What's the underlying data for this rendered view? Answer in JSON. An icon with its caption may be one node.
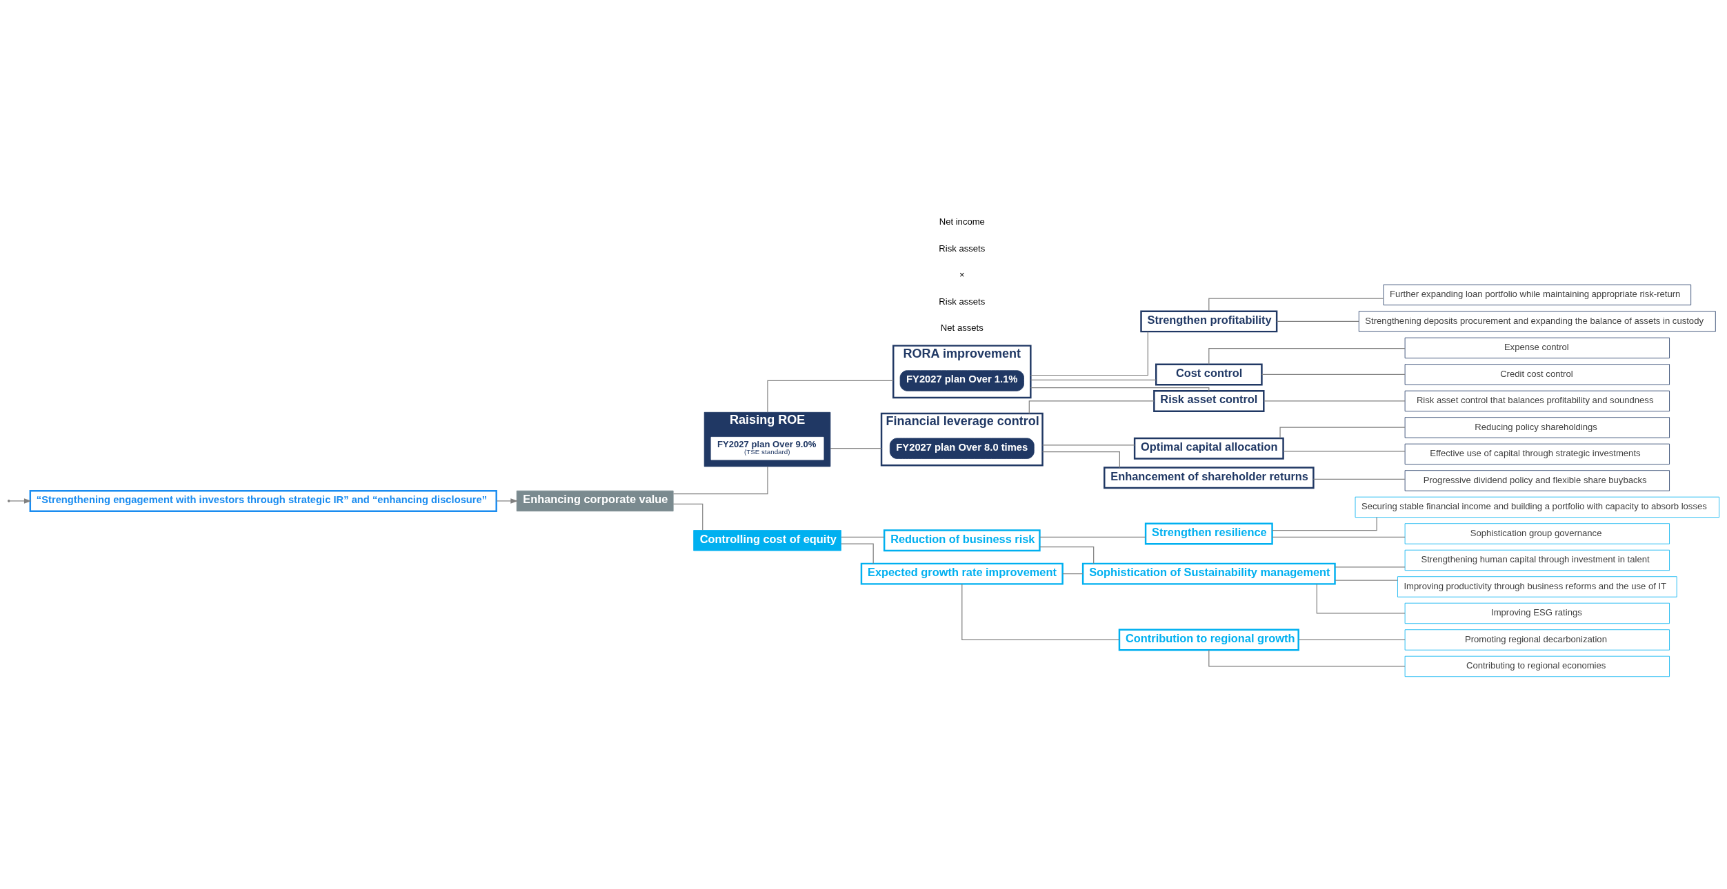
{
  "diagram": {
    "nodes": [
      {
        "text": [
          "“Strengthening engagement with investors through strategic IR” and “enhancing disclosure”"
        ]
      },
      {
        "text": [
          "Enhancing corporate value"
        ]
      },
      {
        "text": [
          "Raising ROE"
        ]
      },
      {
        "text": [
          "FY2027 plan Over 9.0%",
          "(TSE standard)"
        ],
        "in": 2
      },
      {
        "text": [
          "RORA improvement"
        ]
      },
      {
        "text": [
          "FY2027 plan Over 1.1%"
        ],
        "in": 4
      },
      {
        "text": [
          "Financial leverage control"
        ]
      },
      {
        "text": [
          "FY2027 plan Over 8.0 times"
        ],
        "in": 6
      },
      {
        "text": [
          "Strengthen profitability"
        ]
      },
      {
        "text": [
          "Further expanding loan portfolio while maintaining appropriate risk-return"
        ]
      },
      {
        "text": [
          "Strengthening deposits procurement and expanding the balance of assets in custody"
        ]
      },
      {
        "text": [
          "Cost control"
        ]
      },
      {
        "text": [
          "Expense control"
        ]
      },
      {
        "text": [
          "Credit cost control"
        ]
      },
      {
        "text": [
          "Risk asset control"
        ]
      },
      {
        "text": [
          "Risk asset control that balances profitability and soundness"
        ]
      },
      {
        "text": [
          "Optimal capital allocation"
        ]
      },
      {
        "text": [
          "Reducing policy shareholdings"
        ]
      },
      {
        "text": [
          "Effective use of capital through strategic investments"
        ]
      },
      {
        "text": [
          "Enhancement of shareholder returns"
        ]
      },
      {
        "text": [
          "Progressive dividend policy and flexible share buybacks"
        ]
      },
      {
        "text": [
          "Controlling cost of equity"
        ]
      },
      {
        "text": [
          "Reduction of business risk"
        ]
      },
      {
        "text": [
          "Expected growth rate improvement"
        ]
      },
      {
        "text": [
          "Strengthen resilience"
        ]
      },
      {
        "text": [
          "Securing stable financial income and building a portfolio with capacity to absorb losses"
        ]
      },
      {
        "text": [
          "Sophistication group governance"
        ]
      },
      {
        "text": [
          "Sophistication of Sustainability management"
        ]
      },
      {
        "text": [
          "Strengthening human capital through investment in talent"
        ]
      },
      {
        "text": [
          "Improving productivity through business reforms and the use of IT"
        ]
      },
      {
        "text": [
          "Improving ESG ratings"
        ]
      },
      {
        "text": [
          "Contribution to regional growth"
        ]
      },
      {
        "text": [
          "Promoting regional decarbonization"
        ]
      },
      {
        "text": [
          "Contributing to regional economies"
        ]
      }
    ],
    "edges": [
      {
        "from": null,
        "to": 0,
        "arrow": "to"
      },
      {
        "from": 0,
        "to": 1,
        "arrow": "to"
      },
      {
        "from": 1,
        "to": 2,
        "arrow": "none"
      },
      {
        "from": 1,
        "to": 21,
        "arrow": "none"
      },
      {
        "from": 2,
        "to": 4,
        "arrow": "none"
      },
      {
        "from": 2,
        "to": 6,
        "arrow": "none"
      },
      {
        "from": 4,
        "to": 8,
        "arrow": "none"
      },
      {
        "from": 4,
        "to": 11,
        "arrow": "none"
      },
      {
        "from": 4,
        "to": 14,
        "arrow": "none"
      },
      {
        "from": 6,
        "to": 14,
        "arrow": "none"
      },
      {
        "from": 6,
        "to": 16,
        "arrow": "none"
      },
      {
        "from": 6,
        "to": 19,
        "arrow": "none"
      },
      {
        "from": 8,
        "to": 9,
        "arrow": "none"
      },
      {
        "from": 8,
        "to": 10,
        "arrow": "none"
      },
      {
        "from": 11,
        "to": 12,
        "arrow": "none"
      },
      {
        "from": 11,
        "to": 13,
        "arrow": "none"
      },
      {
        "from": 14,
        "to": 15,
        "arrow": "none"
      },
      {
        "from": 16,
        "to": 17,
        "arrow": "none"
      },
      {
        "from": 16,
        "to": 18,
        "arrow": "none"
      },
      {
        "from": 19,
        "to": 20,
        "arrow": "none"
      },
      {
        "from": 21,
        "to": 22,
        "arrow": "none"
      },
      {
        "from": 21,
        "to": 23,
        "arrow": "none"
      },
      {
        "from": 22,
        "to": 24,
        "arrow": "none"
      },
      {
        "from": 22,
        "to": 27,
        "arrow": "none"
      },
      {
        "from": 23,
        "to": 27,
        "arrow": "none"
      },
      {
        "from": 23,
        "to": 31,
        "arrow": "none"
      },
      {
        "from": 24,
        "to": 25,
        "arrow": "none"
      },
      {
        "from": 24,
        "to": 26,
        "arrow": "none"
      },
      {
        "from": 27,
        "to": 28,
        "arrow": "none"
      },
      {
        "from": 27,
        "to": 29,
        "arrow": "none"
      },
      {
        "from": 27,
        "to": 30,
        "arrow": "none"
      },
      {
        "from": 31,
        "to": 32,
        "arrow": "none"
      },
      {
        "from": 31,
        "to": 33,
        "arrow": "none"
      }
    ],
    "labels": [
      "Net income",
      "Risk assets",
      "×",
      "Risk assets",
      "Net assets"
    ]
  }
}
